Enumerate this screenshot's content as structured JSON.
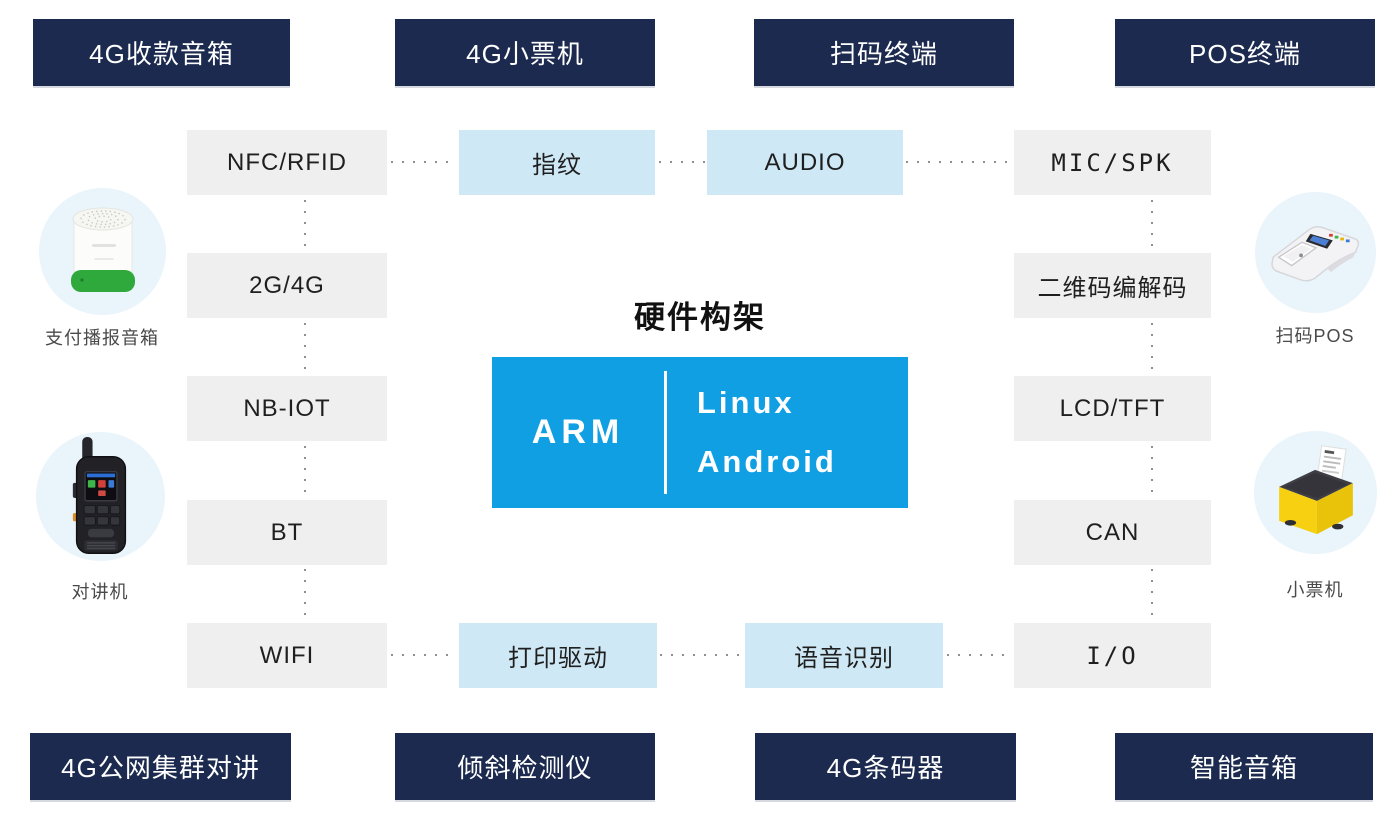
{
  "title": "硬件构架",
  "center_chip": {
    "cpu": "ARM",
    "os_top": "Linux",
    "os_bottom": "Android"
  },
  "top_terminals": [
    "4G收款音箱",
    "4G小票机",
    "扫码终端",
    "POS终端"
  ],
  "bottom_terminals": [
    "4G公网集群对讲",
    "倾斜检测仪",
    "4G条码器",
    "智能音箱"
  ],
  "left_interfaces": [
    "NFC/RFID",
    "2G/4G",
    "NB-IOT",
    "BT",
    "WIFI"
  ],
  "right_interfaces": [
    "MIC/SPK",
    "二维码编解码",
    "LCD/TFT",
    "CAN",
    "I/O"
  ],
  "top_middle_modules": [
    "指纹",
    "AUDIO"
  ],
  "bottom_middle_modules": [
    "打印驱动",
    "语音识别"
  ],
  "device_labels": {
    "payment_speaker": "支付播报音箱",
    "intercom": "对讲机",
    "scan_pos": "扫码POS",
    "receipt_printer": "小票机"
  },
  "colors": {
    "terminal_navy": "#1B2A4E",
    "chip_azure": "#119FE4",
    "module_light_blue": "#CEE9F5",
    "interface_gray": "#EFEFEF",
    "circle_background": "#E9F4FB",
    "dot_gray": "#8f8f8f",
    "speaker_green": "#2FA93C",
    "printer_yellow": "#F6D011"
  }
}
